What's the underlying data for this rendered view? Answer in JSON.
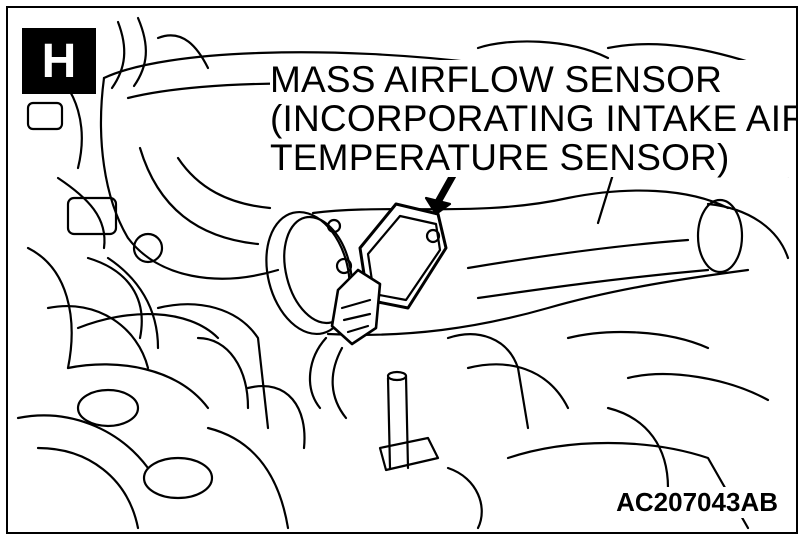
{
  "figure": {
    "section_letter": "H",
    "callout_lines": [
      "MASS AIRFLOW SENSOR",
      "(INCORPORATING INTAKE AIR",
      "TEMPERATURE SENSOR)"
    ],
    "figure_code": "AC207043AB"
  },
  "colors": {
    "ink": "#000000",
    "paper": "#ffffff"
  }
}
